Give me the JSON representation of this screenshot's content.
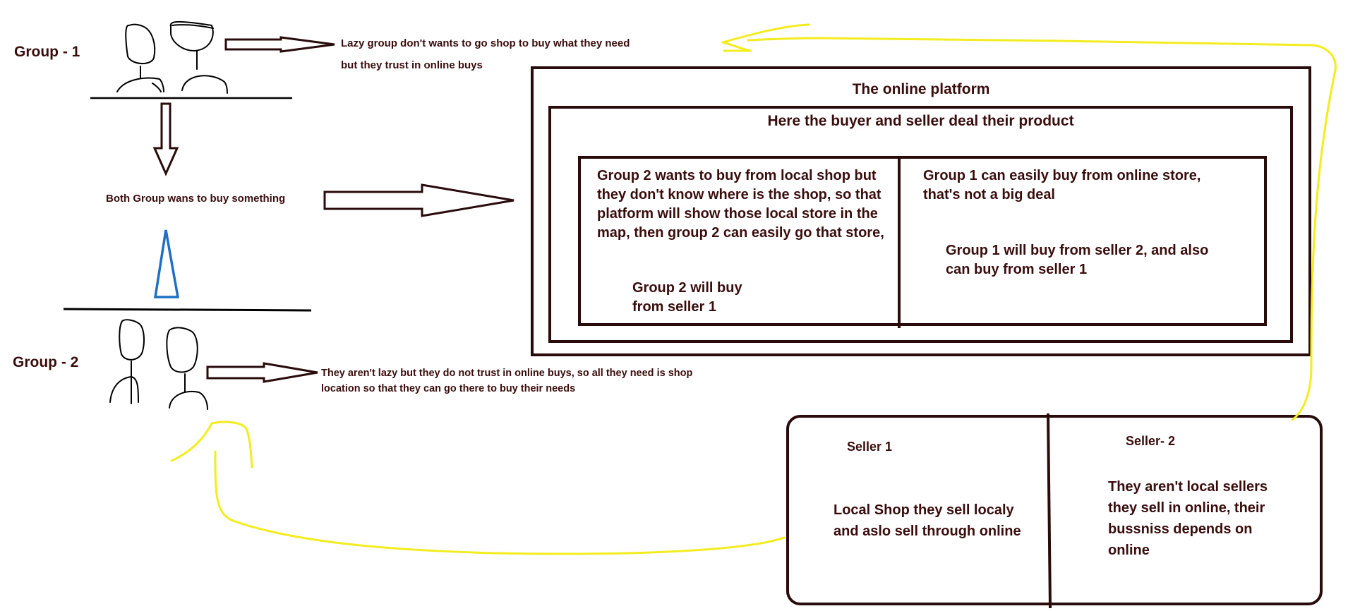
{
  "colors": {
    "ink": "#3a0d0d",
    "text": "#3a0d0d",
    "highlight": "#f3ec1e",
    "blue_arrow": "#1f6fc4"
  },
  "group1": {
    "label": "Group - 1",
    "description_line1": "Lazy group don't wants to go shop to buy what they need",
    "description_line2": "but they trust in online buys"
  },
  "middle": {
    "both_label": "Both Group wans to buy something"
  },
  "group2": {
    "label": "Group - 2",
    "description": "They aren't lazy but they do not trust in online buys, so all they need is shop location so that they can go there to buy their needs"
  },
  "platform": {
    "title": "The online platform",
    "inner_title": "Here the buyer and seller deal their product",
    "left_text": "Group 2 wants to buy from local shop but they don't know where is the shop, so that platform will show those local store in the map, then group 2 can easily go that store,",
    "left_sub": "Group 2 will buy from seller 1",
    "right_text": "Group 1 can easily buy from online store, that's not a big deal",
    "right_sub": "Group 1 will buy from seller 2, and also can buy from seller 1"
  },
  "sellers": {
    "seller1_title": "Seller 1",
    "seller1_text": "Local Shop they sell localy and aslo sell through online",
    "seller2_title": "Seller- 2",
    "seller2_text": "They aren't local sellers they sell in online, their bussniss depends on online"
  }
}
